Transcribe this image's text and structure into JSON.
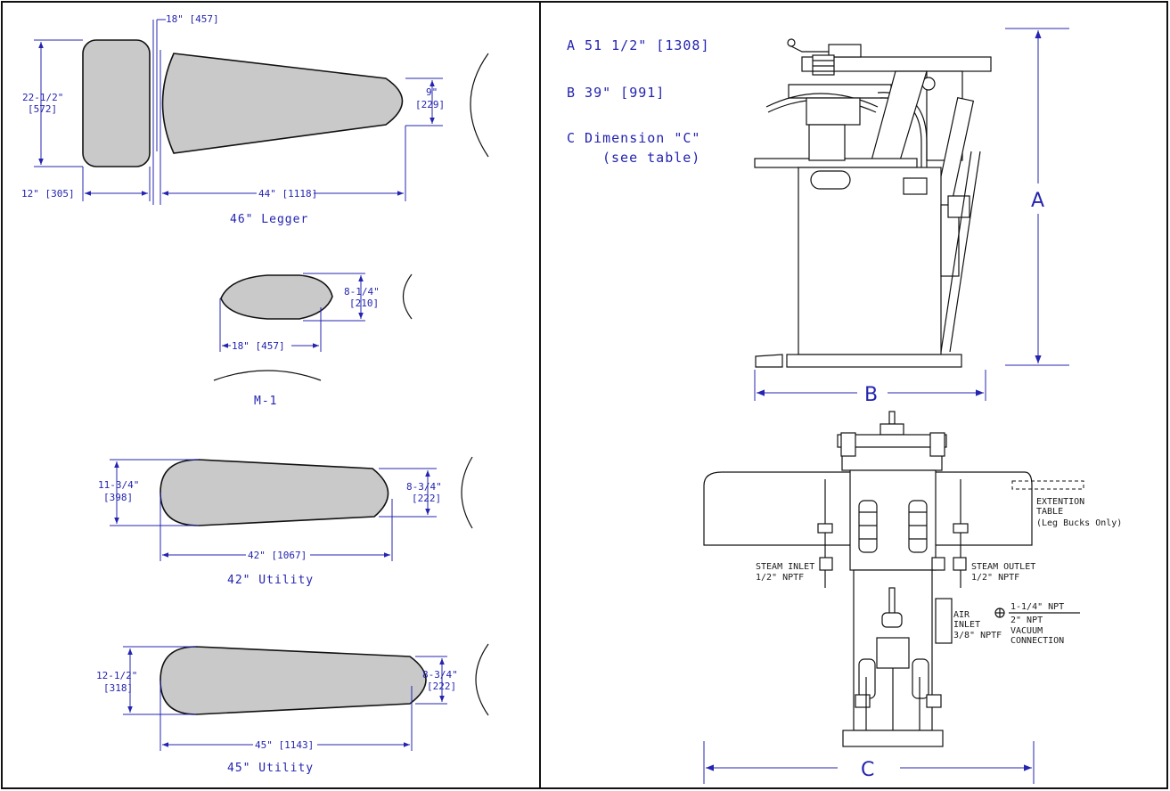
{
  "bucks": {
    "legger": {
      "caption": "46\" Legger",
      "dim_top": "18\" [457]",
      "dim_height_1": "22-1/2\"",
      "dim_height_2": "[572]",
      "dim_nose_1": "9\"",
      "dim_nose_2": "[229]",
      "dim_left_width": "12\" [305]",
      "dim_length": "44\" [1118]"
    },
    "m1": {
      "caption": "M-1",
      "dim_height_1": "8-1/4\"",
      "dim_height_2": "[210]",
      "dim_length": "18\" [457]"
    },
    "utility42": {
      "caption": "42\" Utility",
      "dim_height_1": "11-3/4\"",
      "dim_height_2": "[398]",
      "dim_nose_1": "8-3/4\"",
      "dim_nose_2": "[222]",
      "dim_length": "42\" [1067]"
    },
    "utility45": {
      "caption": "45\" Utility",
      "dim_height_1": "12-1/2\"",
      "dim_height_2": "[318]",
      "dim_nose_1": "8-3/4\"",
      "dim_nose_2": "[222]",
      "dim_length": "45\" [1143]"
    }
  },
  "legend": {
    "a": "A   51 1/2\" [1308]",
    "b": "B   39\" [991]",
    "c_1": "C   Dimension \"C\"",
    "c_2": "(see table)"
  },
  "press": {
    "label_a": "A",
    "label_b": "B",
    "label_c": "C",
    "extension_1": "EXTENTION",
    "extension_2": "TABLE",
    "extension_3": "(Leg Bucks Only)",
    "steam_inlet_1": "STEAM INLET",
    "steam_inlet_2": "1/2\" NPTF",
    "steam_outlet_1": "STEAM OUTLET",
    "steam_outlet_2": "1/2\" NPTF",
    "air_inlet_1": "AIR",
    "air_inlet_2": "INLET",
    "air_inlet_3": "3/8\" NPTF",
    "vacuum_1": "1-1/4\" NPT",
    "vacuum_2": "2\" NPT",
    "vacuum_3": "VACUUM",
    "vacuum_4": "CONNECTION"
  },
  "colors": {
    "dimension_blue": "#2424b0",
    "buck_fill": "#c9c9c9",
    "ink": "#111111"
  }
}
